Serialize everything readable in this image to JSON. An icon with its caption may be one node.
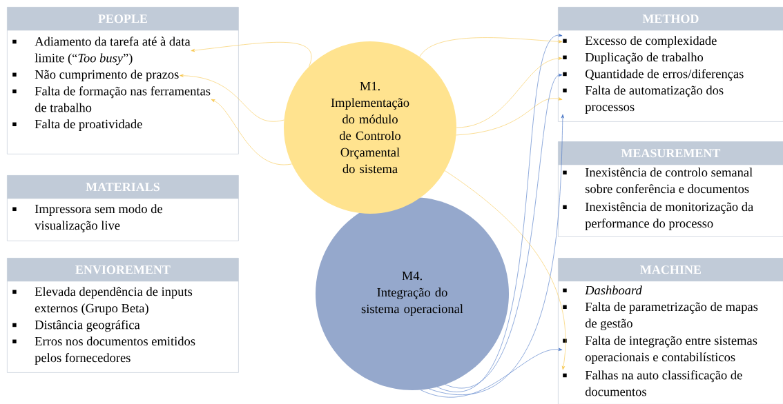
{
  "diagram": {
    "nodes": [
      {
        "text": [
          "PEOPLE"
        ]
      },
      {
        "text": [
          "Adiamento da tarefa até à data limite (“*Too busy*”)"
        ],
        "in": 0
      },
      {
        "text": [
          "Não cumprimento de prazos"
        ],
        "in": 0
      },
      {
        "text": [
          "Falta de formação nas ferramentas de trabalho"
        ],
        "in": 0
      },
      {
        "text": [
          "Falta de proatividade"
        ],
        "in": 0
      },
      {
        "text": [
          "MATERIALS"
        ]
      },
      {
        "text": [
          "Impressora sem modo de visualização live"
        ],
        "in": 5
      },
      {
        "text": [
          "ENVIOREMENT"
        ]
      },
      {
        "text": [
          "Elevada dependência de inputs externos (Grupo Beta)"
        ],
        "in": 7
      },
      {
        "text": [
          "Distância geográfica"
        ],
        "in": 7
      },
      {
        "text": [
          "Erros nos documentos emitidos pelos fornecedores"
        ],
        "in": 7
      },
      {
        "text": [
          "METHOD"
        ]
      },
      {
        "text": [
          "Excesso de complexidade"
        ],
        "in": 11
      },
      {
        "text": [
          "Duplicação de trabalho"
        ],
        "in": 11
      },
      {
        "text": [
          "Quantidade de erros/diferenças"
        ],
        "in": 11
      },
      {
        "text": [
          "Falta de automatização dos processos"
        ],
        "in": 11
      },
      {
        "text": [
          "MEASUREMENT"
        ]
      },
      {
        "text": [
          "Inexistência de controlo semanal sobre conferência e documentos"
        ],
        "in": 16
      },
      {
        "text": [
          "Inexistência de monitorização da performance do processo"
        ],
        "in": 16
      },
      {
        "text": [
          "MACHINE"
        ]
      },
      {
        "text": [
          "*Dashboard*"
        ],
        "in": 19
      },
      {
        "text": [
          "Falta de parametrização de mapas de gestão"
        ],
        "in": 19
      },
      {
        "text": [
          "Falta de integração entre sistemas operacionais e contabilísticos"
        ],
        "in": 19
      },
      {
        "text": [
          "Falhas na auto classificação de documentos"
        ],
        "in": 19
      },
      {
        "text": [
          "M1.",
          "Implementação do módulo de Controlo Orçamental do sistema"
        ]
      },
      {
        "text": [
          "M4.",
          "Integração do sistema operacional"
        ]
      }
    ],
    "edges": [
      {
        "from": 24,
        "to": 1,
        "arrow": "to"
      },
      {
        "from": 24,
        "to": 2,
        "arrow": "to"
      },
      {
        "from": 24,
        "to": 3,
        "arrow": "to"
      },
      {
        "from": 24,
        "to": 12,
        "arrow": "to"
      },
      {
        "from": 24,
        "to": 13,
        "arrow": "to"
      },
      {
        "from": 24,
        "to": 15,
        "arrow": "to"
      },
      {
        "from": 24,
        "to": 23,
        "arrow": "to"
      },
      {
        "from": 25,
        "to": 12,
        "arrow": "to",
        "color": "#4472c4"
      },
      {
        "from": 25,
        "to": 14,
        "arrow": "to",
        "color": "#4472c4"
      },
      {
        "from": 25,
        "to": 15,
        "arrow": "to",
        "color": "#4472c4"
      },
      {
        "from": 25,
        "to": 22,
        "arrow": "to",
        "color": "#4472c4"
      }
    ]
  }
}
